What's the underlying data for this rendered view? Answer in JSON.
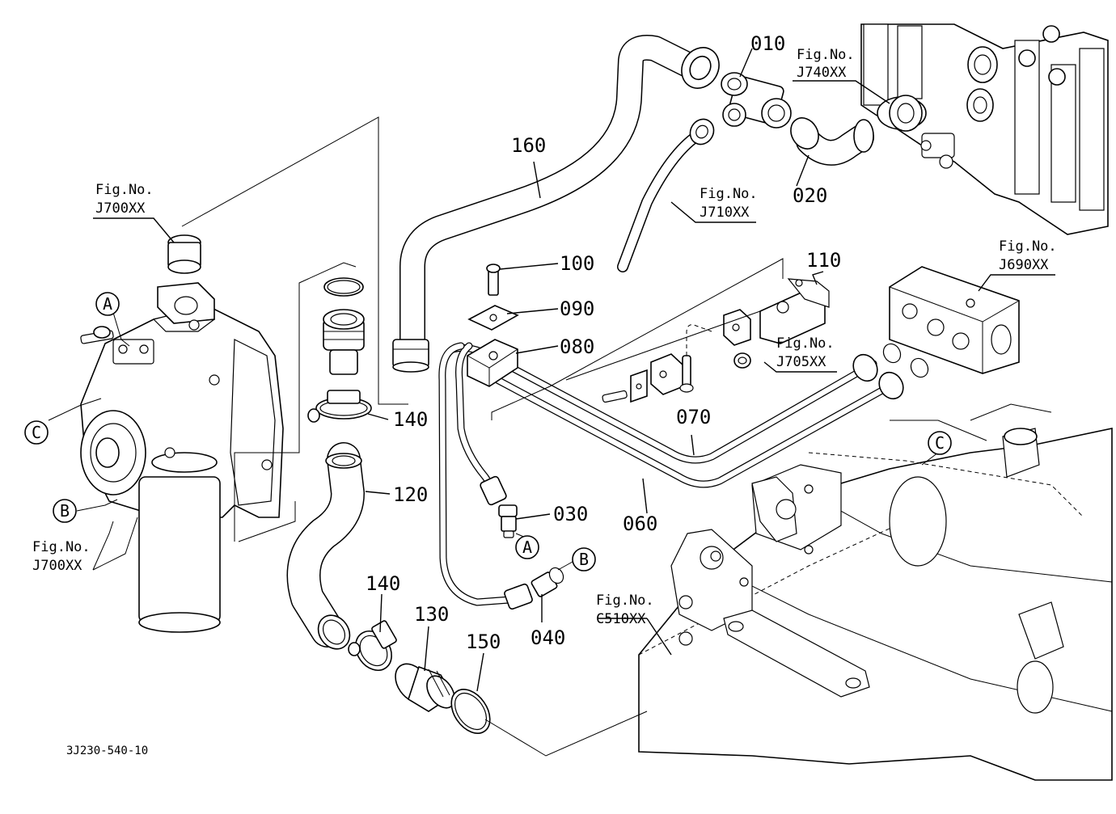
{
  "diagram": {
    "drawing_code": "3J230-540-10",
    "part_numbers": {
      "p010": "010",
      "p020": "020",
      "p030": "030",
      "p040": "040",
      "p060": "060",
      "p070": "070",
      "p080": "080",
      "p090": "090",
      "p100": "100",
      "p110": "110",
      "p120": "120",
      "p130": "130",
      "p140_upper": "140",
      "p140_lower": "140",
      "p150": "150",
      "p160": "160"
    },
    "figure_refs": {
      "fig_label": "Fig.No.",
      "j740": "J740XX",
      "j710": "J710XX",
      "j700_top": "J700XX",
      "j700_bottom": "J700XX",
      "j690": "J690XX",
      "j705": "J705XX",
      "c510": "C510XX"
    },
    "connection_markers": {
      "a_pump": "A",
      "a_fitting": "A",
      "b_pump": "B",
      "b_fitting": "B",
      "c_pump": "C",
      "c_frame": "C"
    }
  }
}
